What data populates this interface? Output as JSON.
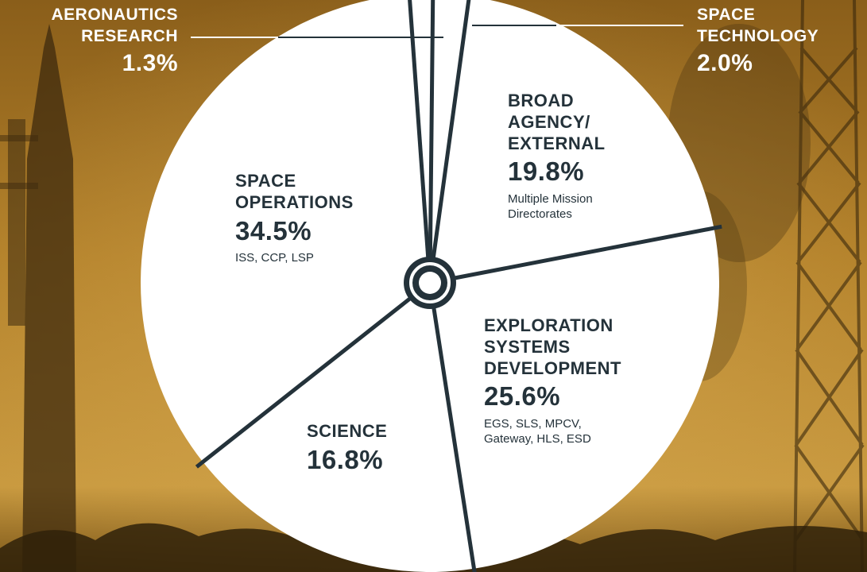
{
  "chart_data": {
    "type": "pie",
    "slices": [
      {
        "name": "SPACE OPERATIONS",
        "value": 34.5,
        "sub": "ISS, CCP, LSP"
      },
      {
        "name": "SCIENCE",
        "value": 16.8,
        "sub": ""
      },
      {
        "name": "EXPLORATION SYSTEMS DEVELOPMENT",
        "value": 25.6,
        "sub": "EGS, SLS, MPCV, Gateway, HLS, ESD"
      },
      {
        "name": "BROAD AGENCY/ EXTERNAL",
        "value": 19.8,
        "sub": "Multiple Mission Directorates"
      },
      {
        "name": "SPACE TECHNOLOGY",
        "value": 2.0,
        "sub": ""
      },
      {
        "name": "AERONAUTICS RESEARCH",
        "value": 1.3,
        "sub": ""
      }
    ]
  },
  "labels": {
    "space_ops": {
      "name": "SPACE\nOPERATIONS",
      "pct": "34.5%",
      "sub": "ISS, CCP, LSP"
    },
    "science": {
      "name": "SCIENCE",
      "pct": "16.8%"
    },
    "esd": {
      "name": "EXPLORATION\nSYSTEMS\nDEVELOPMENT",
      "pct": "25.6%",
      "sub": "EGS, SLS, MPCV,\nGateway, HLS, ESD"
    },
    "broad": {
      "name": "BROAD\nAGENCY/\nEXTERNAL",
      "pct": "19.8%",
      "sub": "Multiple Mission\nDirectorates"
    },
    "aero": {
      "name": "AERONAUTICS\nRESEARCH",
      "pct": "1.3%"
    },
    "space_tech": {
      "name": "SPACE\nTECHNOLOGY",
      "pct": "2.0%"
    }
  },
  "colors": {
    "pie_fill": "#ffffff",
    "divider": "#24323a",
    "background": "#a9781f"
  }
}
